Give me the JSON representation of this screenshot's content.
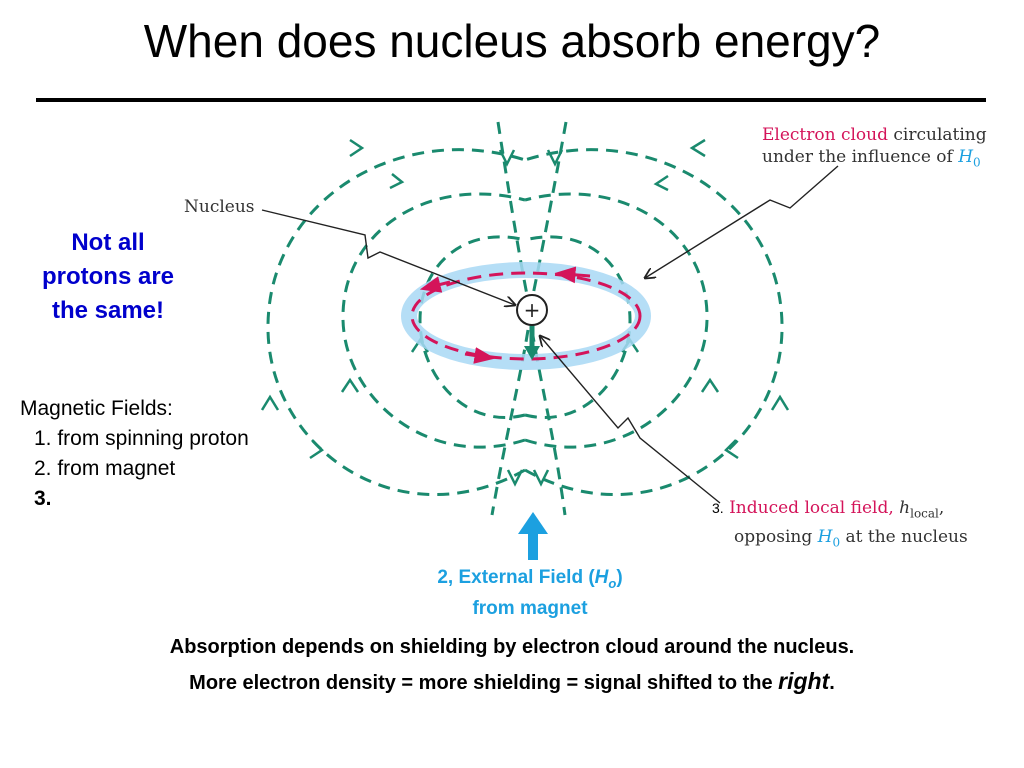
{
  "title": "When does nucleus absorb energy?",
  "callout": {
    "line1": "Not all",
    "line2": "protons are",
    "line3": "the same!"
  },
  "magnetic_fields": {
    "heading": "Magnetic Fields:",
    "item1": "1. from spinning proton",
    "item2": "2. from magnet",
    "item3": "3."
  },
  "diagram": {
    "nucleus_label": "Nucleus",
    "nucleus_symbol": "+",
    "cloud_label": {
      "part1": "Electron cloud",
      "part2": " circulating",
      "line2": "under the influence of ",
      "field_symbol": "H",
      "field_sub": "0"
    },
    "induced_label": {
      "number": "3.",
      "part1": "Induced local field, ",
      "h_symbol": "h",
      "h_sub": "local",
      "comma": ",",
      "line2_a": "opposing ",
      "field_symbol": "H",
      "field_sub": "0",
      "line2_b": " at the nucleus"
    },
    "external_label": {
      "prefix": "2,  External Field (",
      "symbol": "H",
      "sub": "o",
      "suffix": ")",
      "line2": "from magnet"
    },
    "colors": {
      "field_lines": "#1a8a6e",
      "electron_cloud": "#d4145a",
      "cloud_glow": "#a8d8f5",
      "external_arrow": "#1ca0e0",
      "callout": "#0000cc"
    }
  },
  "bottom": {
    "line1": "Absorption depends on shielding by electron cloud around the nucleus.",
    "line2_prefix": "More electron density  =  more shielding  =  signal shifted to the ",
    "line2_emphasis": "right",
    "line2_suffix": "."
  }
}
